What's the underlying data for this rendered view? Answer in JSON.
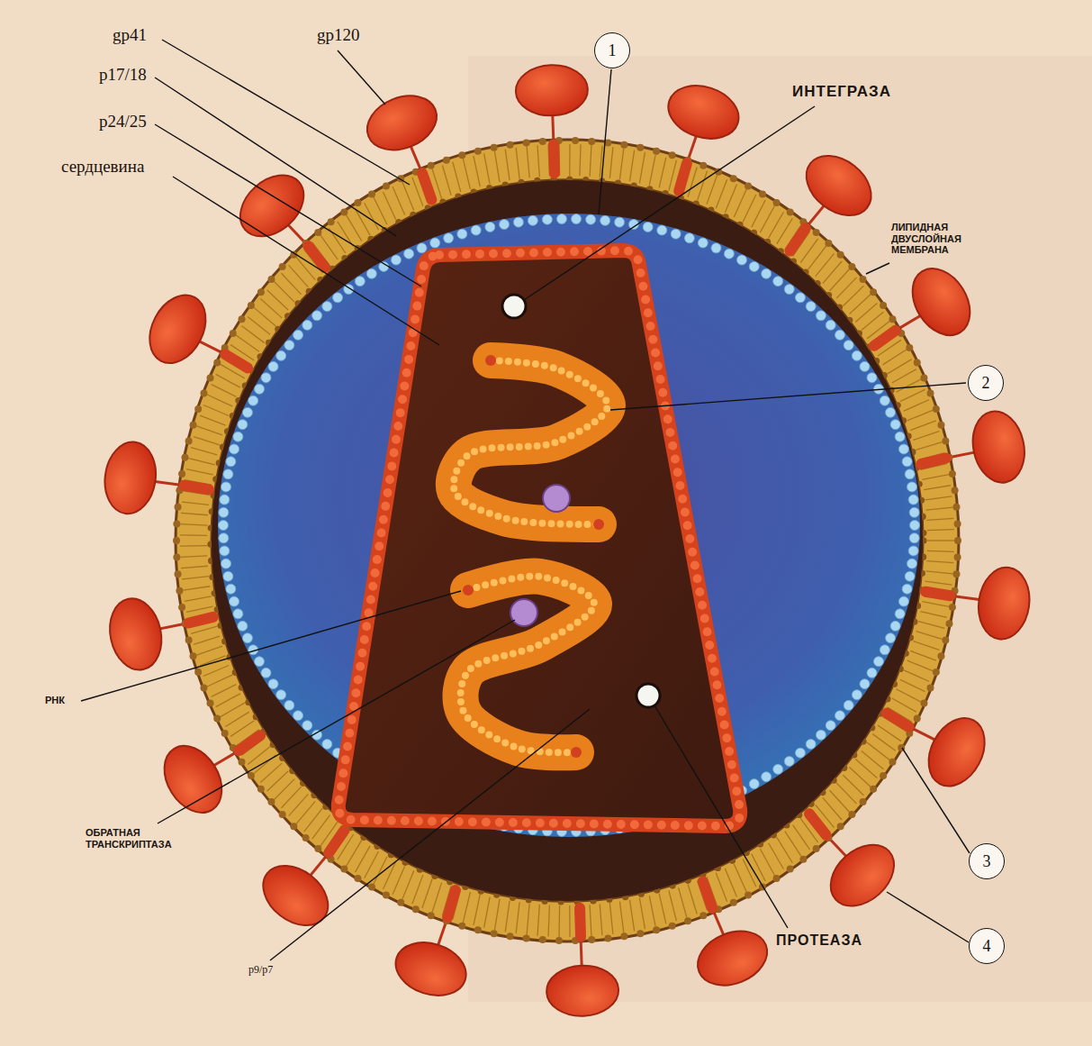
{
  "diagram": {
    "nodes": [
      {
        "text": [
          "1"
        ]
      },
      {
        "text": [
          "2"
        ]
      },
      {
        "text": [
          "3"
        ]
      },
      {
        "text": [
          "4"
        ]
      }
    ],
    "labels": [
      "gp41",
      "gp120",
      "p17/18",
      "p24/25",
      "сердцевина",
      "ИНТЕГРАЗА",
      "ЛИПИДНАЯ ДВУСЛОЙНАЯ МЕМБРАНА",
      "РНК",
      "ОБРАТНАЯ ТРАНСКРИПТАЗА",
      "p9/p7",
      "ПРОТЕАЗА"
    ]
  }
}
